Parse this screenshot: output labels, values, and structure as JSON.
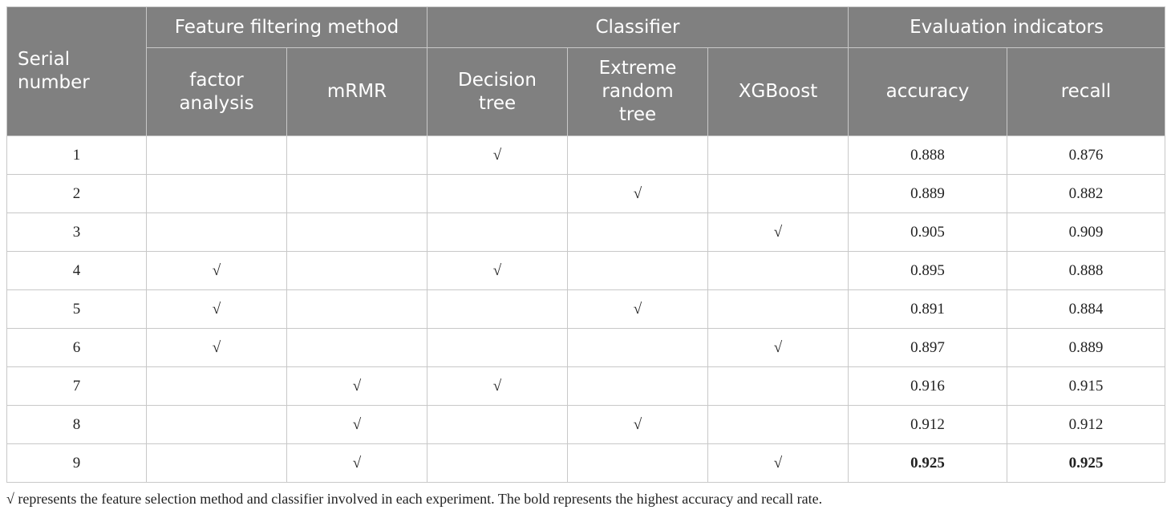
{
  "headers": {
    "serial": "Serial\nnumber",
    "groups": [
      "Feature filtering method",
      "Classifier",
      "Evaluation indicators"
    ],
    "columns": [
      "factor\nanalysis",
      "mRMR",
      "Decision\ntree",
      "Extreme\nrandom\ntree",
      "XGBoost",
      "accuracy",
      "recall"
    ]
  },
  "check_symbol": "√",
  "rows": [
    {
      "serial": "1",
      "factor_analysis": "",
      "mrmr": "",
      "decision_tree": "√",
      "extreme_random_tree": "",
      "xgboost": "",
      "accuracy": "0.888",
      "recall": "0.876"
    },
    {
      "serial": "2",
      "factor_analysis": "",
      "mrmr": "",
      "decision_tree": "",
      "extreme_random_tree": "√",
      "xgboost": "",
      "accuracy": "0.889",
      "recall": "0.882"
    },
    {
      "serial": "3",
      "factor_analysis": "",
      "mrmr": "",
      "decision_tree": "",
      "extreme_random_tree": "",
      "xgboost": "√",
      "accuracy": "0.905",
      "recall": "0.909"
    },
    {
      "serial": "4",
      "factor_analysis": "√",
      "mrmr": "",
      "decision_tree": "√",
      "extreme_random_tree": "",
      "xgboost": "",
      "accuracy": "0.895",
      "recall": "0.888"
    },
    {
      "serial": "5",
      "factor_analysis": "√",
      "mrmr": "",
      "decision_tree": "",
      "extreme_random_tree": "√",
      "xgboost": "",
      "accuracy": "0.891",
      "recall": "0.884"
    },
    {
      "serial": "6",
      "factor_analysis": "√",
      "mrmr": "",
      "decision_tree": "",
      "extreme_random_tree": "",
      "xgboost": "√",
      "accuracy": "0.897",
      "recall": "0.889"
    },
    {
      "serial": "7",
      "factor_analysis": "",
      "mrmr": "√",
      "decision_tree": "√",
      "extreme_random_tree": "",
      "xgboost": "",
      "accuracy": "0.916",
      "recall": "0.915"
    },
    {
      "serial": "8",
      "factor_analysis": "",
      "mrmr": "√",
      "decision_tree": "",
      "extreme_random_tree": "√",
      "xgboost": "",
      "accuracy": "0.912",
      "recall": "0.912"
    },
    {
      "serial": "9",
      "factor_analysis": "",
      "mrmr": "√",
      "decision_tree": "",
      "extreme_random_tree": "",
      "xgboost": "√",
      "accuracy": "0.925",
      "recall": "0.925",
      "bold": true
    }
  ],
  "footnote": "√ represents the feature selection method and classifier involved in each experiment. The bold represents the highest accuracy and recall rate."
}
